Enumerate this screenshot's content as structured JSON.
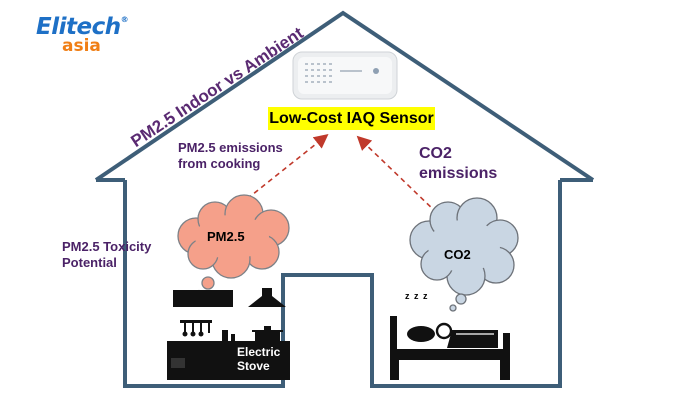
{
  "logo": {
    "name": "Elitech",
    "registered": "®",
    "region": "asia"
  },
  "title": "PM2.5 Indoor vs Ambient",
  "sensor": {
    "label": "Low-Cost IAQ Sensor",
    "icon": "air-quality-sensor-device-icon"
  },
  "sources": {
    "pm25_emissions": "PM2.5 emissions from cooking",
    "co2_emissions": "CO2 emissions"
  },
  "toxicity_label": "PM2.5 Toxicity Potential",
  "clouds": {
    "pm25": "PM2.5",
    "co2": "CO2"
  },
  "kitchen": {
    "stove_label": "Electric Stove",
    "icons": [
      "kitchen-cabinet-icon",
      "range-hood-icon",
      "utensil-rack-icon",
      "pot-icon",
      "stove-counter-icon"
    ]
  },
  "bedroom": {
    "sleep_indicator": "z z z",
    "icons": [
      "sleeping-person-icon",
      "bed-icon"
    ]
  },
  "colors": {
    "house_outline": "#3e5e78",
    "title_text": "#5a2a72",
    "label_text": "#4b2267",
    "pm_cloud_fill": "#f5a08a",
    "co2_cloud_fill": "#c9d6e3",
    "arrow": "#c0392b",
    "sensor_highlight": "#ffff00",
    "logo_blue": "#1e70c6",
    "logo_orange": "#f07f16"
  }
}
